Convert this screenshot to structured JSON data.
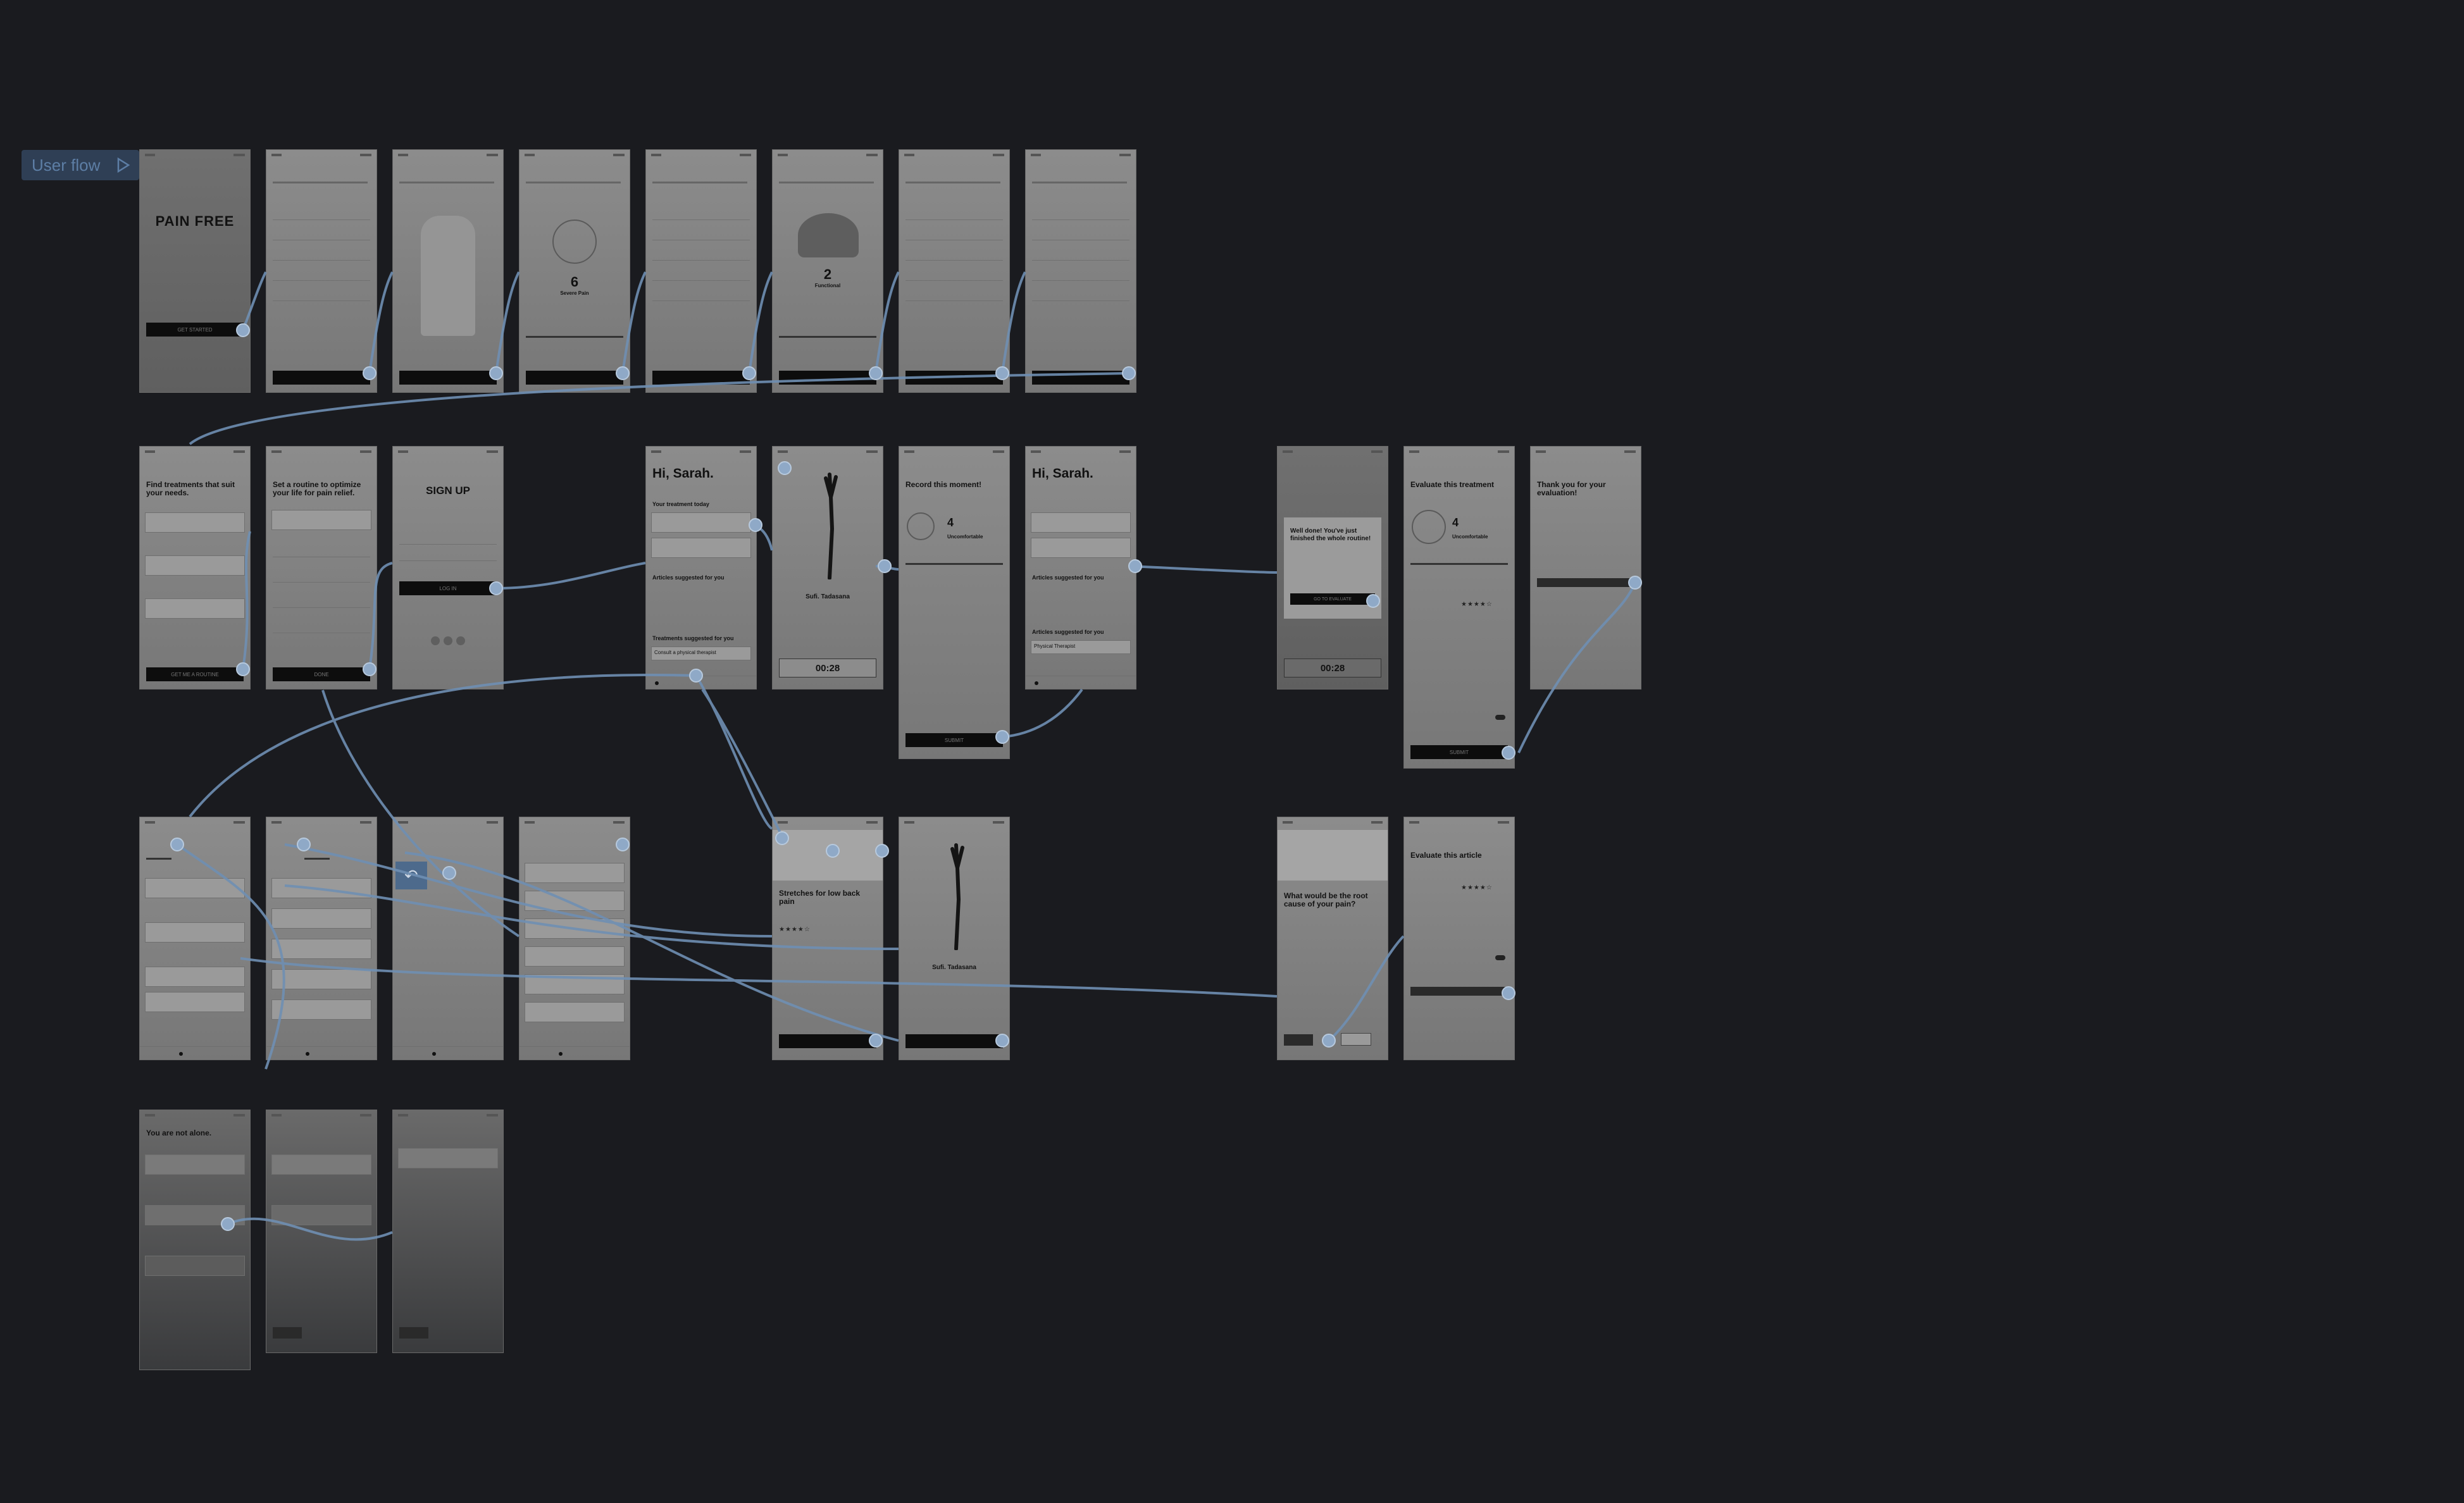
{
  "canvas": {
    "flow_label": "User flow",
    "connector_color": "#7a9cc1",
    "background": "#1a1b1f"
  },
  "screens": {
    "onboarding": {
      "welcome": {
        "brand": "PAIN FREE",
        "button": "GET STARTED"
      },
      "pain_level": {
        "value": "6",
        "label": "Severe Pain"
      },
      "activity_level": {
        "value": "2",
        "label": "Functional"
      }
    },
    "find_treatments": {
      "title": "Find treatments that suit your needs.",
      "button": "GET ME A ROUTINE"
    },
    "set_routine": {
      "title": "Set a routine to optimize your life for pain relief.",
      "button": "DONE"
    },
    "sign_up": {
      "title": "SIGN UP",
      "button": "LOG IN"
    },
    "home": {
      "greeting": "Hi, Sarah.",
      "section_treatment": "Your treatment today",
      "section_articles": "Articles suggested for you",
      "section_treatments": "Treatments suggested for you",
      "item_therapist": "Consult a physical therapist"
    },
    "exercise": {
      "pose": "Sufi. Tadasana",
      "timer": "00:28"
    },
    "record_moment": {
      "title": "Record this moment!",
      "value": "4",
      "label": "Uncomfortable",
      "button": "SUBMIT"
    },
    "home_updated": {
      "greeting": "Hi, Sarah.",
      "section_articles": "Articles suggested for you",
      "item_therapist": "Physical Therapist"
    },
    "well_done": {
      "title": "Well done! You've just finished the whole routine!",
      "button": "GO TO EVALUATE",
      "timer": "00:28"
    },
    "evaluate_treatment": {
      "title": "Evaluate this treatment",
      "value": "4",
      "label": "Uncomfortable",
      "button": "SUBMIT"
    },
    "thank_you": {
      "title": "Thank you for your evaluation!"
    },
    "stretches": {
      "title": "Stretches for low back pain",
      "pose": "Sufi. Tadasana"
    },
    "root_cause": {
      "title": "What would be the root cause of your pain?"
    },
    "evaluate_article": {
      "title": "Evaluate this article"
    },
    "community": {
      "title": "You are not alone."
    }
  }
}
